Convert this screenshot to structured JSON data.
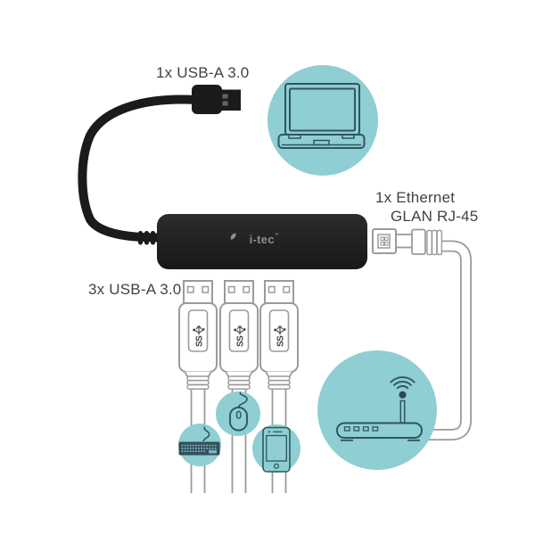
{
  "title": "USB hub connectivity diagram",
  "labels": {
    "top_usb": "1x USB-A 3.0",
    "ethernet_line1": "1x Ethernet",
    "ethernet_line2": "GLAN RJ-45",
    "bottom_usb": "3x USB-A 3.0"
  },
  "hub": {
    "brand": "i-tec",
    "brand_mark": "°"
  },
  "usb3_logo_text": "SS",
  "device_icons": [
    "laptop-icon",
    "keyboard-icon",
    "mouse-icon",
    "smartphone-icon",
    "wifi-router-icon",
    "rj45-connector",
    "usb-a-plug"
  ],
  "colors": {
    "background": "#ffffff",
    "accent_teal": "#8FCED3",
    "icon_stroke": "#2E5661",
    "outline_gray": "#9B9B9B",
    "device_black": "#1B1B1B",
    "label_text": "#424242",
    "brand_gray": "#8F8F8F"
  }
}
